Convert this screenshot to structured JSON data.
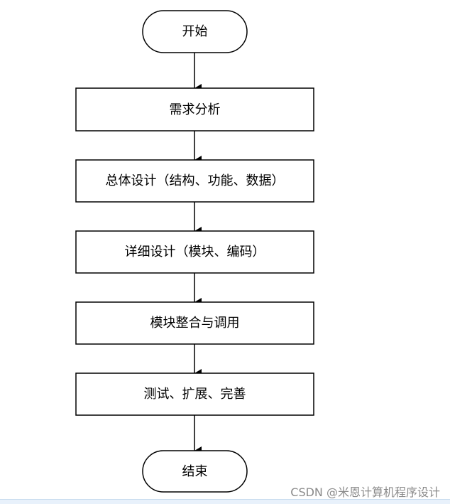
{
  "flowchart": {
    "start": "开始",
    "steps": [
      "需求分析",
      "总体设计（结构、功能、数据）",
      "详细设计（模块、编码）",
      "模块整合与调用",
      "测试、扩展、完善"
    ],
    "end": "结束"
  },
  "watermark": "CSDN @米恩计算机程序设计"
}
